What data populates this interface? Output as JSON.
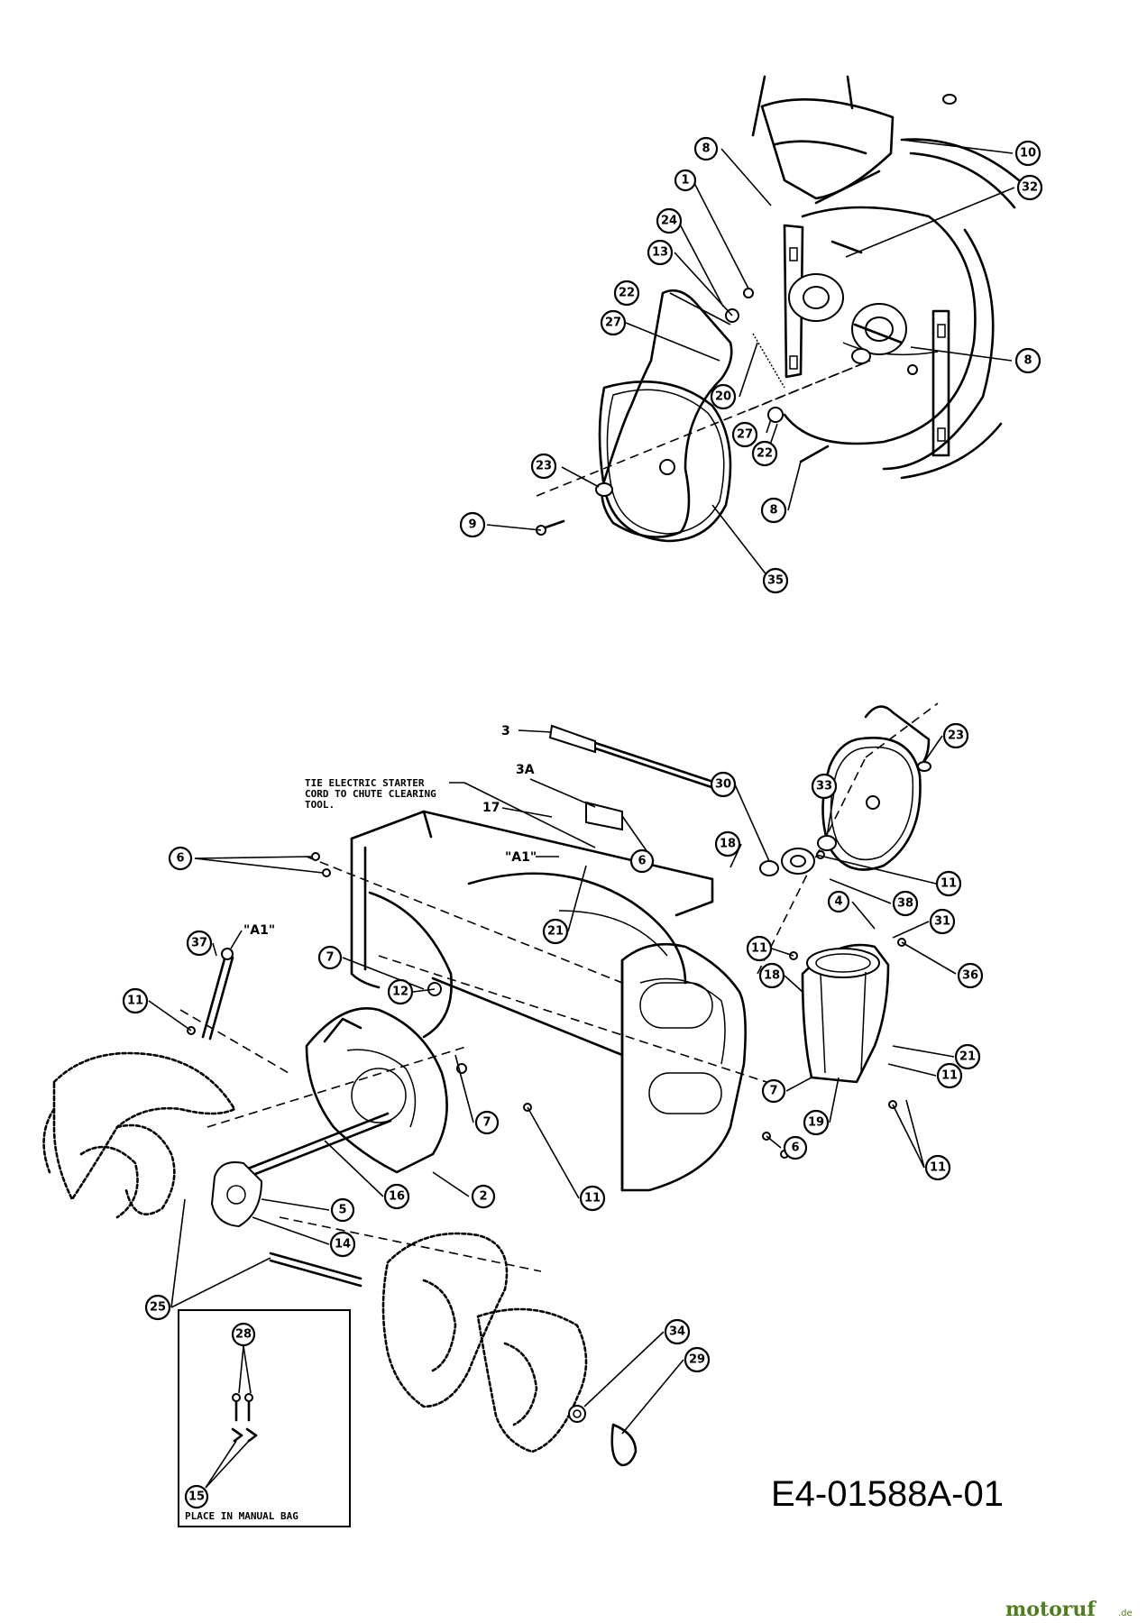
{
  "upper_assembly": {
    "callouts": [
      "8",
      "10",
      "32",
      "1",
      "24",
      "13",
      "22",
      "27",
      "20",
      "27",
      "22",
      "8",
      "23",
      "9",
      "8",
      "35"
    ]
  },
  "lower_assembly": {
    "plain_callouts": [
      "3",
      "3A",
      "17"
    ],
    "note": [
      "TIE ELECTRIC STARTER",
      "CORD TO CHUTE CLEARING",
      "TOOL."
    ],
    "a1_refs": [
      "\"A1\"",
      "\"A1\""
    ],
    "callouts": [
      "23",
      "30",
      "33",
      "18",
      "6",
      "11",
      "6",
      "38",
      "4",
      "31",
      "21",
      "37",
      "7",
      "11",
      "36",
      "18",
      "12",
      "11",
      "21",
      "11",
      "7",
      "7",
      "19",
      "6",
      "11",
      "11",
      "2",
      "16",
      "5",
      "14",
      "25",
      "34",
      "29"
    ]
  },
  "manual_bag_box": {
    "callouts": [
      "28",
      "15"
    ],
    "caption": "PLACE IN MANUAL BAG"
  },
  "reference_code": "E4-01588A-01",
  "watermark": {
    "brand": "motoruf",
    "suffix": ".de"
  }
}
